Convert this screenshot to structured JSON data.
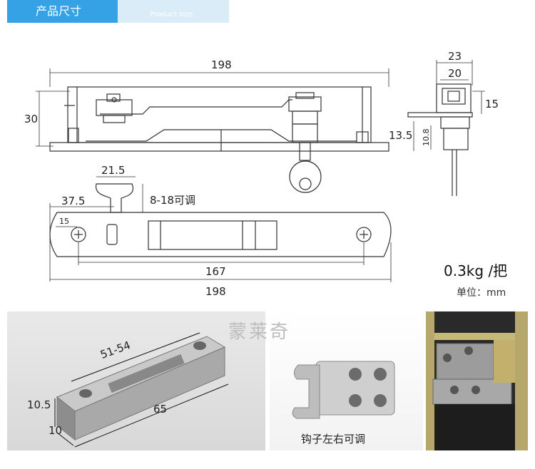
{
  "header": {
    "title": "产品尺寸",
    "subtitle": "Product size"
  },
  "drawing": {
    "top_view": {
      "width": "198",
      "height": "30"
    },
    "side_view": {
      "d23": "23",
      "d20": "20",
      "d15": "15",
      "d13_5": "13.5",
      "d10_8": "10.8"
    },
    "front_view": {
      "hook_width": "21.5",
      "offset": "37.5",
      "adjust": "8-18可调",
      "edge": "15",
      "hole_spacing": "167",
      "total": "198"
    }
  },
  "spec": {
    "weight": "0.3kg /把",
    "unit": "单位：mm"
  },
  "watermark": "蒙莱奇",
  "photos": {
    "strike": {
      "length": "51-54",
      "depth": "65",
      "height": "10.5",
      "width": "10"
    },
    "hook": {
      "caption": "钩子左右可调"
    }
  }
}
